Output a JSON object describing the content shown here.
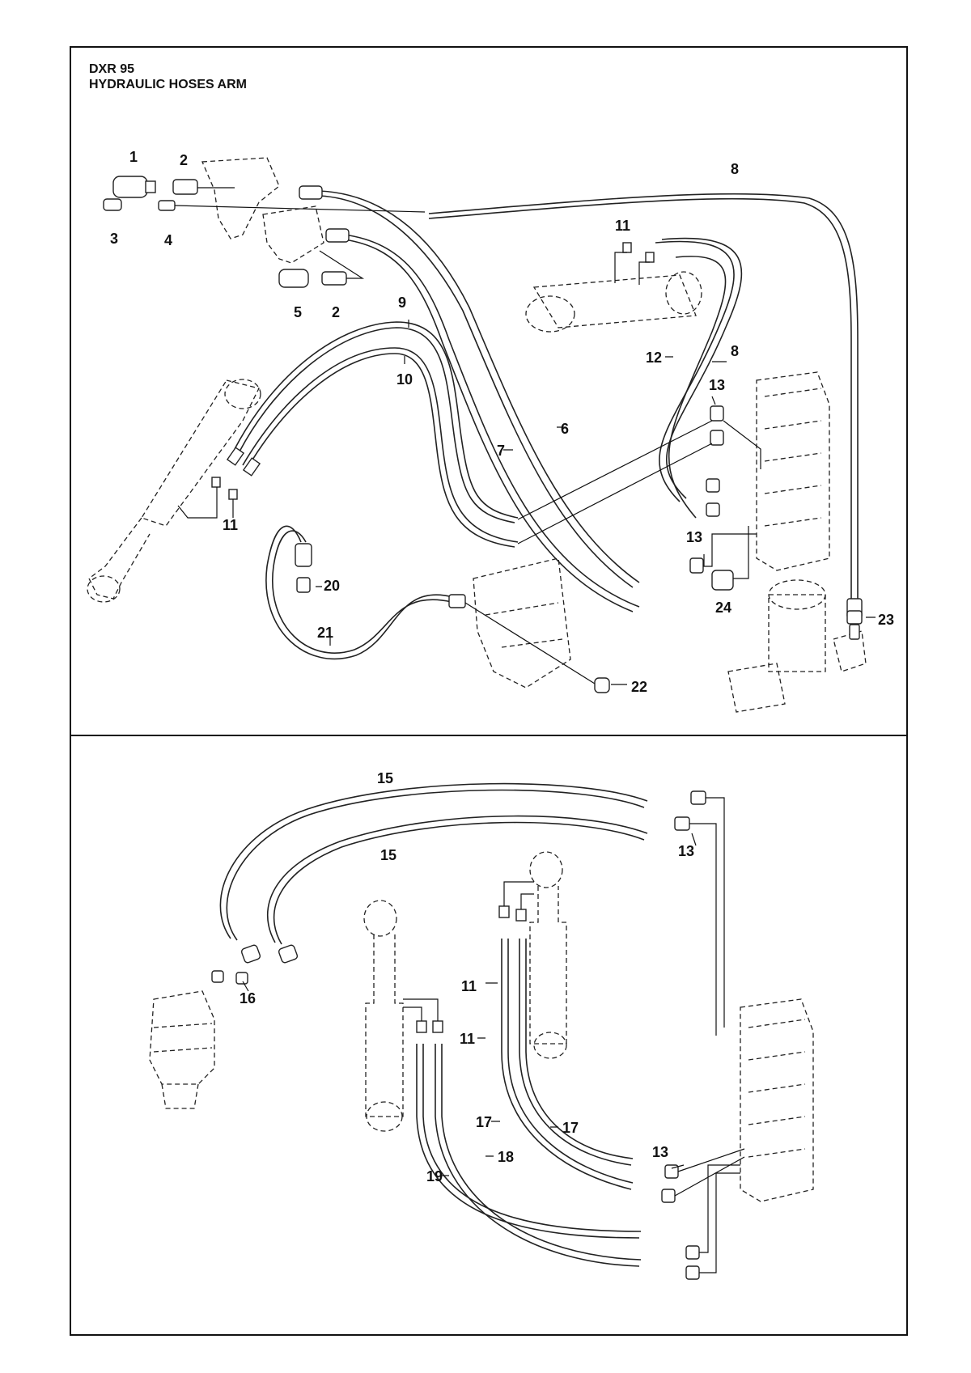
{
  "title": {
    "model": "DXR 95",
    "name": "HYDRAULIC HOSES ARM"
  },
  "callouts": {
    "c1": "1",
    "c2a": "2",
    "c2b": "2",
    "c3": "3",
    "c4": "4",
    "c5": "5",
    "c6": "6",
    "c7": "7",
    "c8a": "8",
    "c8b": "8",
    "c9": "9",
    "c10": "10",
    "c11a": "11",
    "c11b": "11",
    "c11c": "11",
    "c11d": "11",
    "c12": "12",
    "c13a": "13",
    "c13b": "13",
    "c13c": "13",
    "c13d": "13",
    "c15a": "15",
    "c15b": "15",
    "c16": "16",
    "c17a": "17",
    "c17b": "17",
    "c18": "18",
    "c19": "19",
    "c20": "20",
    "c21": "21",
    "c22": "22",
    "c23": "23",
    "c24": "24"
  }
}
